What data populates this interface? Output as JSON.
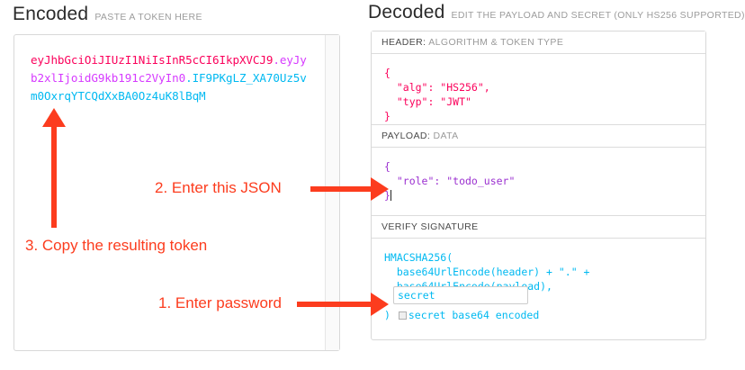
{
  "encoded": {
    "title": "Encoded",
    "subtitle": "PASTE A TOKEN HERE",
    "token": {
      "header_part": "eyJhbGciOiJIUzI1NiIsInR5cCI6IkpXVCJ9",
      "payload_part": "eyJyb2xlIjoidG9kb191c2VyIn0",
      "signature_part": "IF9PKgLZ_XA70Uz5vm0OxrqYTCQdXxBA0Oz4uK8lBqM",
      "separator": "."
    }
  },
  "decoded": {
    "title": "Decoded",
    "subtitle": "EDIT THE PAYLOAD AND SECRET (ONLY HS256 SUPPORTED)",
    "sections": {
      "header": {
        "label_strong": "HEADER:",
        "label_muted": "ALGORITHM & TOKEN TYPE",
        "content": "{\n  \"alg\": \"HS256\",\n  \"typ\": \"JWT\"\n}"
      },
      "payload": {
        "label_strong": "PAYLOAD:",
        "label_muted": "DATA",
        "content": "{\n  \"role\": \"todo_user\"\n}"
      },
      "signature": {
        "label_strong": "VERIFY SIGNATURE",
        "label_muted": "",
        "line1": "HMACSHA256(",
        "line2": "  base64UrlEncode(header) + \".\" +",
        "line3": "  base64UrlEncode(payload),",
        "secret_value": "secret",
        "closing_paren": ")",
        "base64_label": "secret base64 encoded"
      }
    }
  },
  "annotations": {
    "step1": "1. Enter password",
    "step2": "2. Enter this JSON",
    "step3": "3. Copy the resulting token"
  },
  "colors": {
    "annotation_red": "#fc3c1e",
    "token_header": "#fb015b",
    "token_payload": "#d63aff",
    "token_signature": "#00b9f1",
    "panel_border": "#d8d8d8"
  }
}
